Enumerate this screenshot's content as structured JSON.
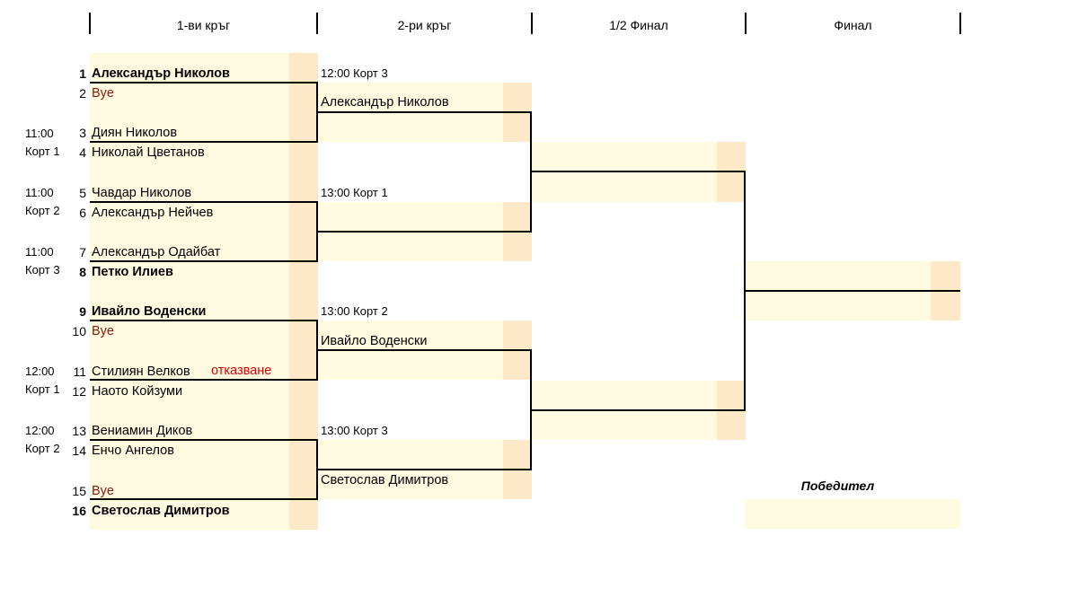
{
  "headers": {
    "round1": "1-ви кръг",
    "round2": "2-ри кръг",
    "semifinal": "1/2 Финал",
    "final": "Финал"
  },
  "round1": [
    {
      "seed": "1",
      "name": "Александър Николов",
      "bold": true
    },
    {
      "seed": "2",
      "name": "Bye",
      "bye": true
    },
    {
      "seed": "3",
      "name": "Диян Николов"
    },
    {
      "seed": "4",
      "name": "Николай Цветанов"
    },
    {
      "seed": "5",
      "name": "Чавдар Николов"
    },
    {
      "seed": "6",
      "name": "Александър Нейчев"
    },
    {
      "seed": "7",
      "name": "Александър Одайбат"
    },
    {
      "seed": "8",
      "name": "Петко Илиев",
      "bold": true
    },
    {
      "seed": "9",
      "name": "Ивайло Воденски",
      "bold": true
    },
    {
      "seed": "10",
      "name": "Bye",
      "bye": true
    },
    {
      "seed": "11",
      "name": "Стилиян Велков"
    },
    {
      "seed": "12",
      "name": "Наото Койзуми"
    },
    {
      "seed": "13",
      "name": "Вениамин Диков"
    },
    {
      "seed": "14",
      "name": "Енчо Ангелов"
    },
    {
      "seed": "15",
      "name": "Bye",
      "bye": true
    },
    {
      "seed": "16",
      "name": "Светослав Димитров",
      "bold": true
    }
  ],
  "round1_schedule": [
    {
      "time": "11:00",
      "court": "Корт 1"
    },
    {
      "time": "11:00",
      "court": "Корт 2"
    },
    {
      "time": "11:00",
      "court": "Корт 3"
    },
    {
      "time": "12:00",
      "court": "Корт 1"
    },
    {
      "time": "12:00",
      "court": "Корт 2"
    }
  ],
  "withdrawal": "отказване",
  "round2": [
    {
      "schedule": "12:00  Корт 3",
      "winner": "Александър Николов"
    },
    {
      "schedule": "13:00  Корт 1",
      "winner": ""
    },
    {
      "schedule": "13:00  Корт 2",
      "winner": "Ивайло Воденски"
    },
    {
      "schedule": "13:00  Корт 3",
      "winner": "Светослав Димитров"
    }
  ],
  "winner_label": "Победител",
  "colors": {
    "cell_fill": "#fffae0",
    "score_fill": "#fde9c8",
    "bye": "#8b1a10",
    "withdrawal": "#e00000"
  }
}
